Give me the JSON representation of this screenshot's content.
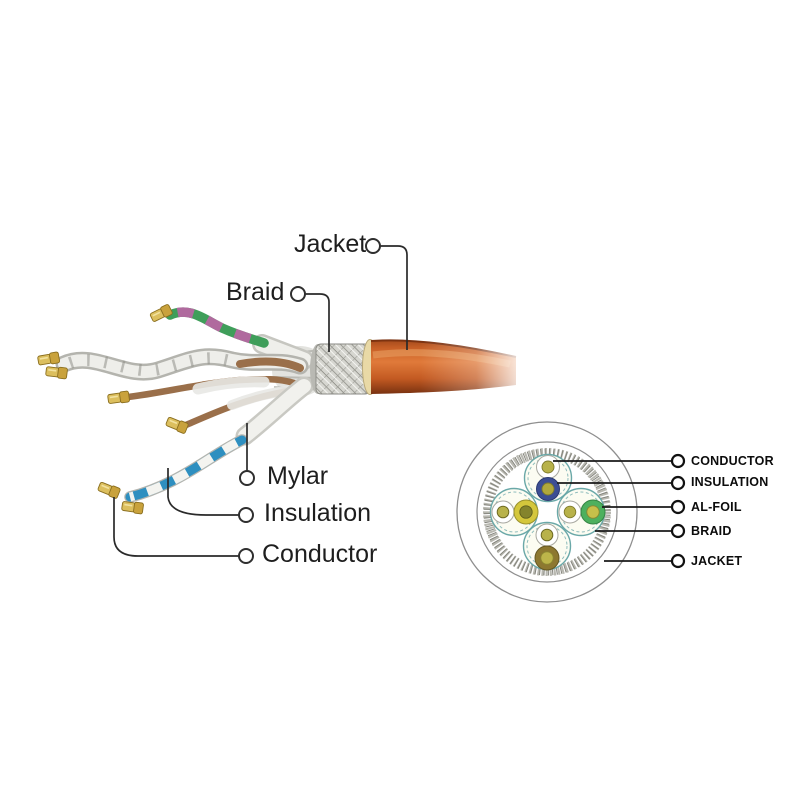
{
  "cutaway": {
    "labels": [
      {
        "name": "jacket",
        "text": "Jacket"
      },
      {
        "name": "braid",
        "text": "Braid"
      },
      {
        "name": "mylar",
        "text": "Mylar"
      },
      {
        "name": "insulation",
        "text": "Insulation"
      },
      {
        "name": "conductor",
        "text": "Conductor"
      }
    ]
  },
  "cross_section": {
    "labels": [
      {
        "name": "conductor",
        "text": "CONDUCTOR"
      },
      {
        "name": "insulation",
        "text": "INSULATION"
      },
      {
        "name": "al_foil",
        "text": "AL-FOIL"
      },
      {
        "name": "braid",
        "text": "BRAID"
      },
      {
        "name": "jacket",
        "text": "JACKET"
      }
    ],
    "pair_colors": [
      "blue",
      "yellow",
      "green",
      "brown"
    ]
  },
  "colors": {
    "jacket_orange": "#c65f26",
    "jacket_dark": "#7c3210",
    "braid_silver": "#cfcfca",
    "mylar_white": "#f2f2ef",
    "pair_blue": "#3c4e94",
    "pair_yellow": "#d4c73c",
    "pair_green": "#4db05e",
    "pair_brown": "#8d7830",
    "wire_green": "#3f9e5a",
    "wire_magenta": "#b06a9e",
    "wire_blue": "#2e8fc0",
    "wire_brown": "#9a6f4a",
    "crimp_gold": "#c9a23c",
    "conductor_olive": "#b8b24a",
    "leader_line": "#2a2a2a"
  }
}
